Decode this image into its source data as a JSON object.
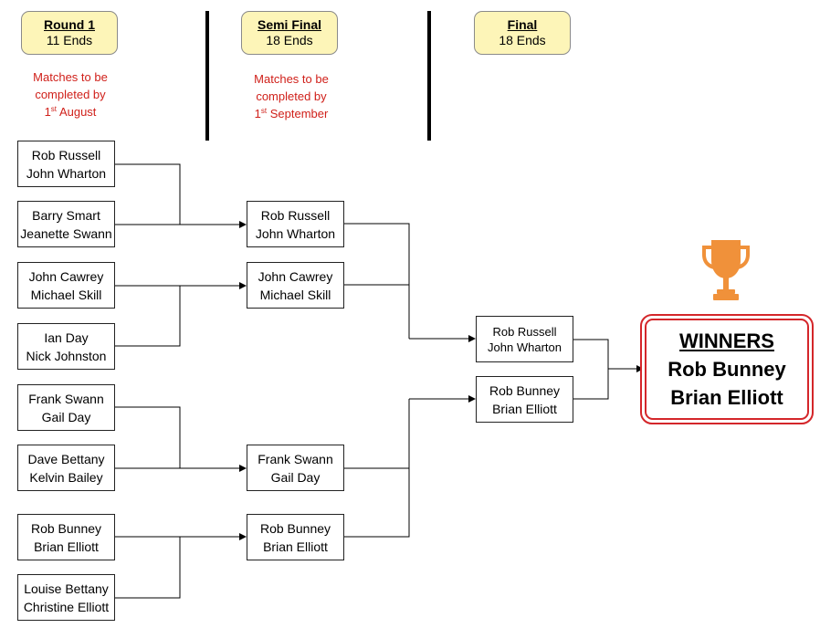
{
  "stages": [
    {
      "title": "Round 1",
      "ends": "11 Ends"
    },
    {
      "title": "Semi Final",
      "ends": "18 Ends"
    },
    {
      "title": "Final",
      "ends": "18 Ends"
    }
  ],
  "deadlines": [
    {
      "line1": "Matches to be",
      "line2": "completed by",
      "day": "1",
      "suffix": "st",
      "month": "August"
    },
    {
      "line1": "Matches to be",
      "line2": "completed by",
      "day": "1",
      "suffix": "st",
      "month": "September"
    }
  ],
  "round1": [
    {
      "p1": "Rob Russell",
      "p2": "John Wharton"
    },
    {
      "p1": "Barry Smart",
      "p2": "Jeanette Swann"
    },
    {
      "p1": "John Cawrey",
      "p2": "Michael Skill"
    },
    {
      "p1": "Ian Day",
      "p2": "Nick Johnston"
    },
    {
      "p1": "Frank Swann",
      "p2": "Gail Day"
    },
    {
      "p1": "Dave Bettany",
      "p2": "Kelvin Bailey"
    },
    {
      "p1": "Rob Bunney",
      "p2": "Brian Elliott"
    },
    {
      "p1": "Louise Bettany",
      "p2": "Christine Elliott"
    }
  ],
  "semi_final": [
    {
      "p1": "Rob Russell",
      "p2": "John Wharton"
    },
    {
      "p1": "John Cawrey",
      "p2": "Michael Skill"
    },
    {
      "p1": "Frank Swann",
      "p2": "Gail Day"
    },
    {
      "p1": "Rob Bunney",
      "p2": "Brian Elliott"
    }
  ],
  "final": [
    {
      "p1": "Rob Russell",
      "p2": "John Wharton"
    },
    {
      "p1": "Rob Bunney",
      "p2": "Brian Elliott"
    }
  ],
  "winners": {
    "title": "WINNERS",
    "p1": "Rob Bunney",
    "p2": "Brian Elliott"
  },
  "colors": {
    "header_fill": "#fdf5b8",
    "deadline_text": "#d0201a",
    "winners_border": "#d4262a",
    "trophy": "#f0913a"
  },
  "icons": {
    "trophy": "trophy-icon"
  }
}
